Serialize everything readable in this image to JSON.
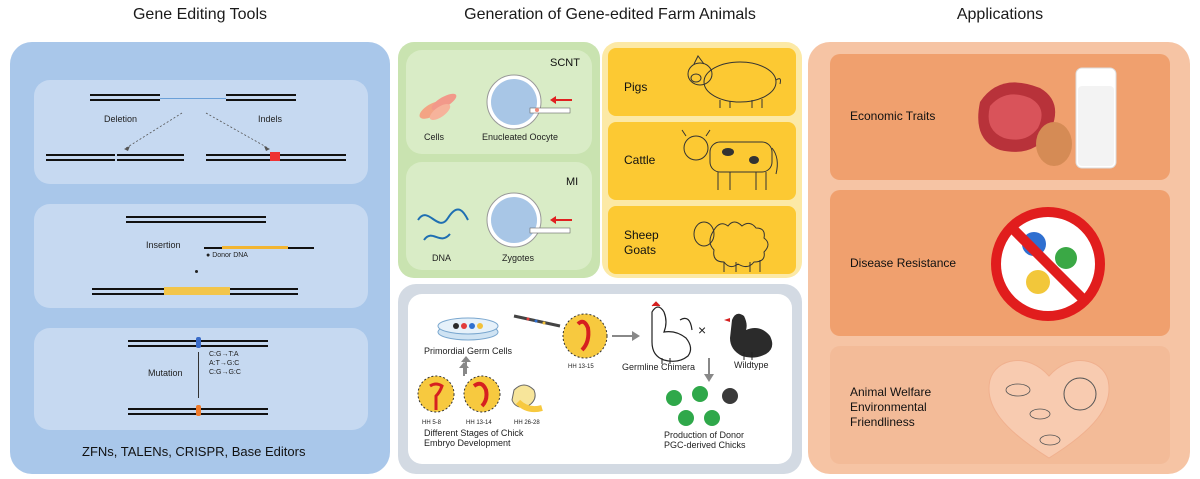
{
  "headers": {
    "left": "Gene Editing Tools",
    "center": "Generation of Gene-edited Farm Animals",
    "right": "Applications"
  },
  "editing": {
    "deletion": "Deletion",
    "indels": "Indels",
    "insertion": "Insertion",
    "donor_dna": "Donor DNA",
    "mutation": "Mutation",
    "mutation_lines": [
      "C:G→T:A",
      "A:T→G:C",
      "C:G→G:C"
    ],
    "tools": "ZFNs,  TALENs,  CRISPR,  Base Editors"
  },
  "generation": {
    "scnt": "SCNT",
    "cells": "Cells",
    "enucleated_oocyte": "Enucleated Oocyte",
    "mi": "MI",
    "dna": "DNA",
    "zygotes": "Zygotes",
    "pigs": "Pigs",
    "cattle": "Cattle",
    "sheep": "Sheep",
    "goats": "Goats"
  },
  "chicken": {
    "pgc": "Primordial Germ Cells",
    "stages": "Different Stages of Chick",
    "embryo": "Embryo Development",
    "germline": "Germline Chimera",
    "cross": "×",
    "wildtype": "Wildtype",
    "production_1": "Production of Donor",
    "production_2": "PGC-derived Chicks",
    "hh1": "HH 13-15",
    "hh2": "HH 5-8",
    "hh3": "HH 13-14",
    "hh4": "HH 26-28"
  },
  "applications": {
    "economic": "Economic Traits",
    "disease": "Disease Resistance",
    "welfare_1": "Animal Welfare",
    "welfare_2": "Environmental",
    "welfare_3": "Friendliness"
  },
  "colors": {
    "blue_panel": "#a9c7ea",
    "blue_sub": "#c6d9f1",
    "green_panel": "#c9e3b0",
    "green_sub": "#d9ecc6",
    "yellow_panel": "#fce9a6",
    "yellow_sub": "#fcc933",
    "gray_panel": "#d3dae3",
    "orange_panel": "#f6c4a4",
    "orange_sub": "#f0a06e",
    "orange_bottom": "#f3bb98"
  }
}
